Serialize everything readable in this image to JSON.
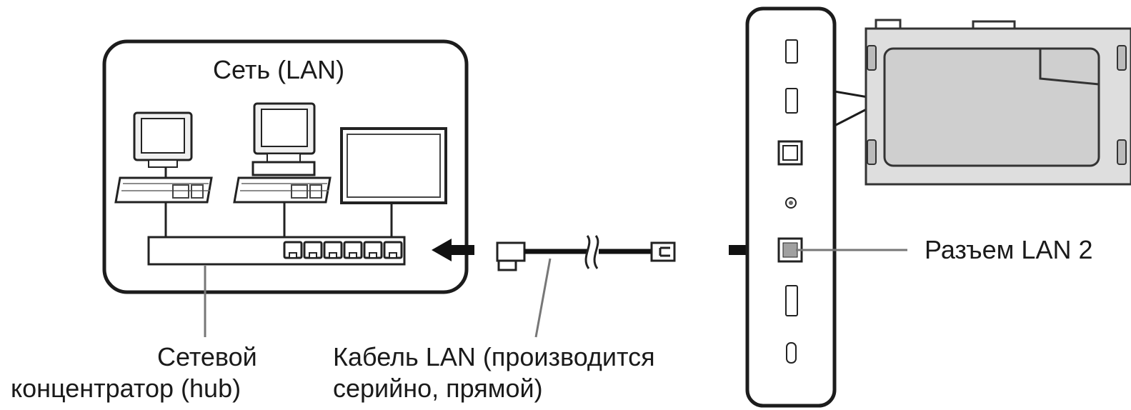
{
  "network": {
    "title": "Сеть (LAN)"
  },
  "hub": {
    "label_line1": "Сетевой",
    "label_line2": "концентратор (hub)"
  },
  "cable": {
    "label_line1": "Кабель LAN (производится",
    "label_line2": "серийно, прямой)"
  },
  "display": {
    "port_label": "Разъем LAN 2"
  }
}
